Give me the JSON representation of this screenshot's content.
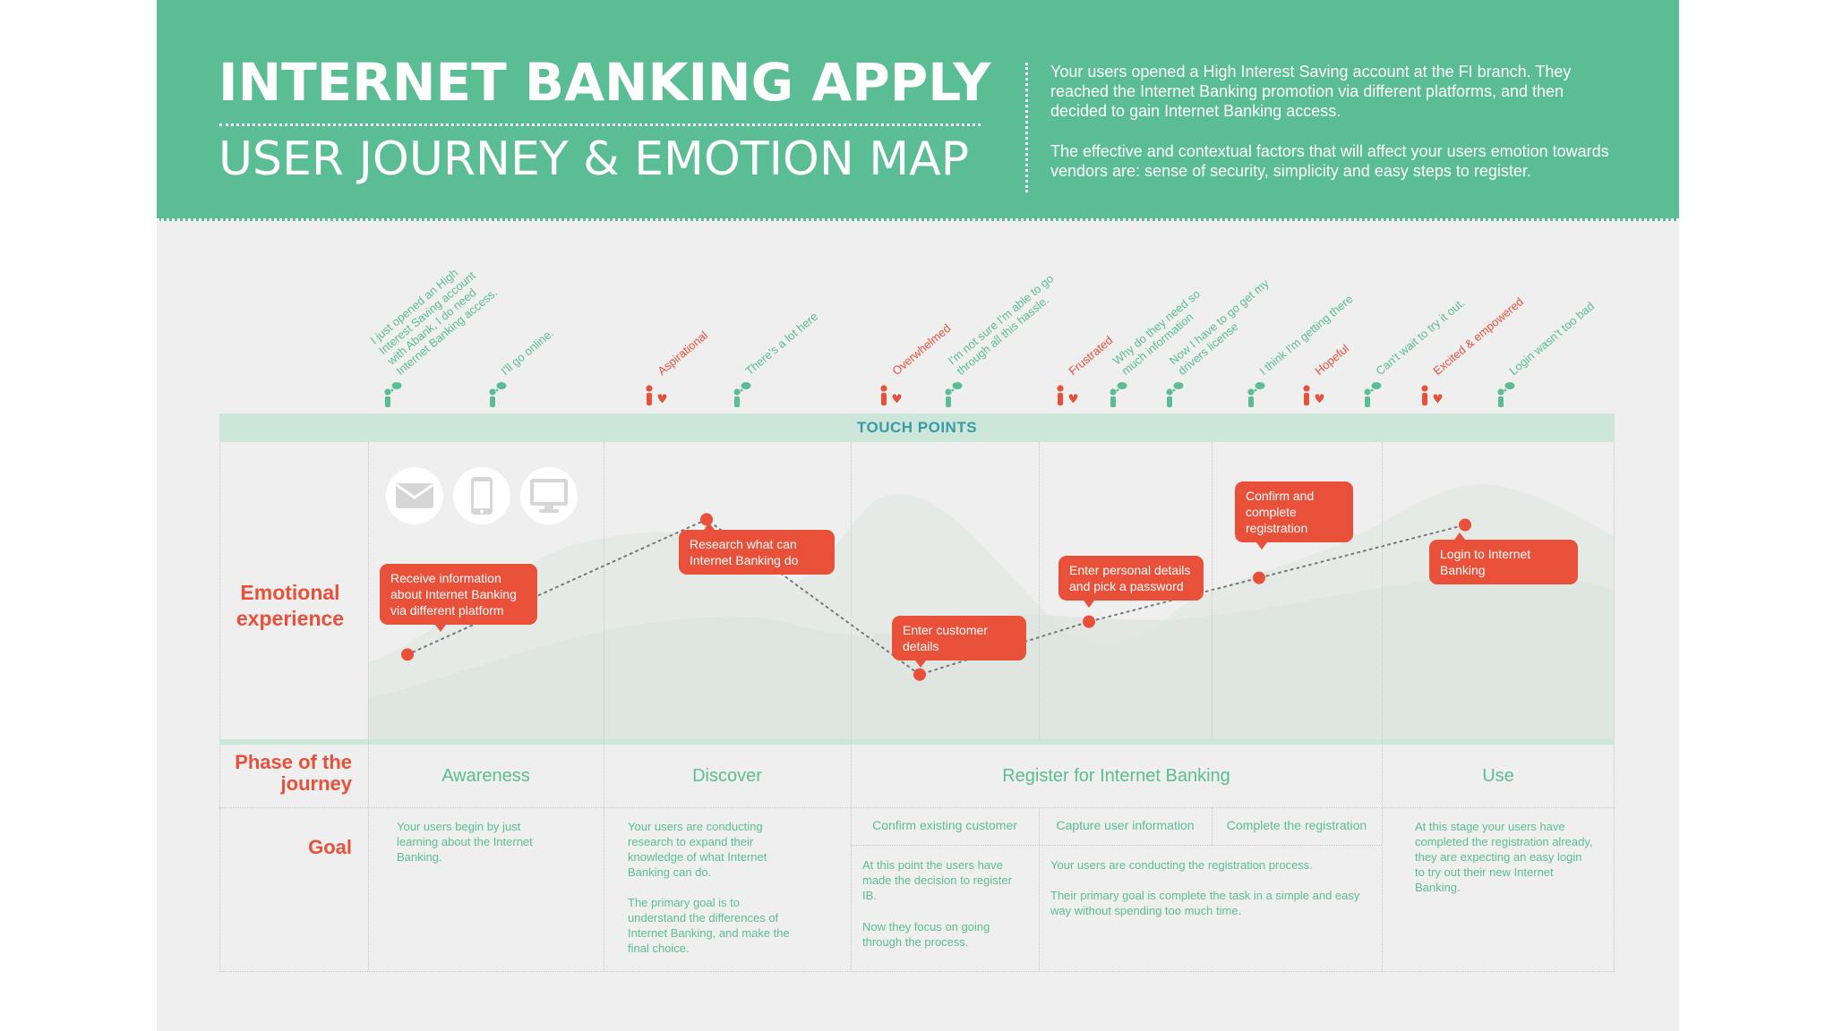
{
  "header": {
    "title": "INTERNET BANKING APPLY",
    "subtitle": "USER JOURNEY & EMOTION MAP",
    "intro_1": "Your users opened a High Interest Saving account at the FI branch. They reached the Internet Banking promotion via different platforms, and then decided to gain Internet Banking access.",
    "intro_2": "The effective and contextual factors that will affect your users emotion towards vendors are: sense of security, simplicity and easy steps to register."
  },
  "touch_points_label": "TOUCH POINTS",
  "rows": {
    "emotional_experience": "Emotional experience",
    "phase": "Phase of the journey",
    "goal": "Goal"
  },
  "thoughts": [
    {
      "text_lines": [
        "I just opened an High",
        "Interest Saving account",
        "with Abank, I do need",
        "Internet Banking access."
      ],
      "kind": "thought"
    },
    {
      "text_lines": [
        "I'll go online."
      ],
      "kind": "thought"
    },
    {
      "text_lines": [
        "Aspirational"
      ],
      "kind": "emotion"
    },
    {
      "text_lines": [
        "There's a lot here"
      ],
      "kind": "thought"
    },
    {
      "text_lines": [
        "Overwhelmed"
      ],
      "kind": "emotion"
    },
    {
      "text_lines": [
        "I'm not sure I'm able to go",
        "through all this hassle."
      ],
      "kind": "thought"
    },
    {
      "text_lines": [
        "Frustrated"
      ],
      "kind": "emotion"
    },
    {
      "text_lines": [
        "Why do they need so",
        "much information"
      ],
      "kind": "thought"
    },
    {
      "text_lines": [
        "Now I have to go get my",
        "drivers license"
      ],
      "kind": "thought"
    },
    {
      "text_lines": [
        "I think I'm getting there"
      ],
      "kind": "thought"
    },
    {
      "text_lines": [
        "Hopeful"
      ],
      "kind": "emotion"
    },
    {
      "text_lines": [
        "Can't wait to try it out."
      ],
      "kind": "thought"
    },
    {
      "text_lines": [
        "Excited & empowered"
      ],
      "kind": "emotion"
    },
    {
      "text_lines": [
        "Login wasn't too bad"
      ],
      "kind": "thought"
    }
  ],
  "touch_icons": [
    "mail-icon",
    "phone-icon",
    "monitor-icon"
  ],
  "journey_steps": [
    {
      "label": "Receive information about Internet Banking via different platform",
      "emotion_level": 0.16
    },
    {
      "label": "Research what can Internet Banking do",
      "emotion_level": 0.9
    },
    {
      "label": "Enter customer details",
      "emotion_level": 0.05
    },
    {
      "label": "Enter personal details and pick a password",
      "emotion_level": 0.34
    },
    {
      "label": "Confirm and complete registration",
      "emotion_level": 0.58
    },
    {
      "label": "Login to Internet Banking",
      "emotion_level": 0.87
    }
  ],
  "phases": [
    {
      "name": "Awareness"
    },
    {
      "name": "Discover"
    },
    {
      "name": "Register for Internet Banking",
      "subphases": [
        "Confirm existing customer",
        "Capture user information",
        "Complete the registration"
      ]
    },
    {
      "name": "Use"
    }
  ],
  "goals": {
    "awareness": "Your users begin by just learning about the Internet Banking.",
    "discover_1": "Your users are conducting research to expand their knowledge of what Internet Banking can do.",
    "discover_2": "The primary goal is to understand the differences of Internet Banking, and make the final choice.",
    "confirm_1": "At this point the users have made the decision to register IB.",
    "confirm_2": "Now they focus on going through the process.",
    "register_1": "Your users are conducting the registration process.",
    "register_2": "Their primary goal is complete the task in a simple and easy way without spending too much time.",
    "use": "At this stage your users have completed the registration already, they are expecting an easy login to try out their new Internet Banking."
  },
  "colors": {
    "green": "#5bbd93",
    "red": "#e8503a",
    "band": "#cce7da",
    "background": "#efefef"
  }
}
